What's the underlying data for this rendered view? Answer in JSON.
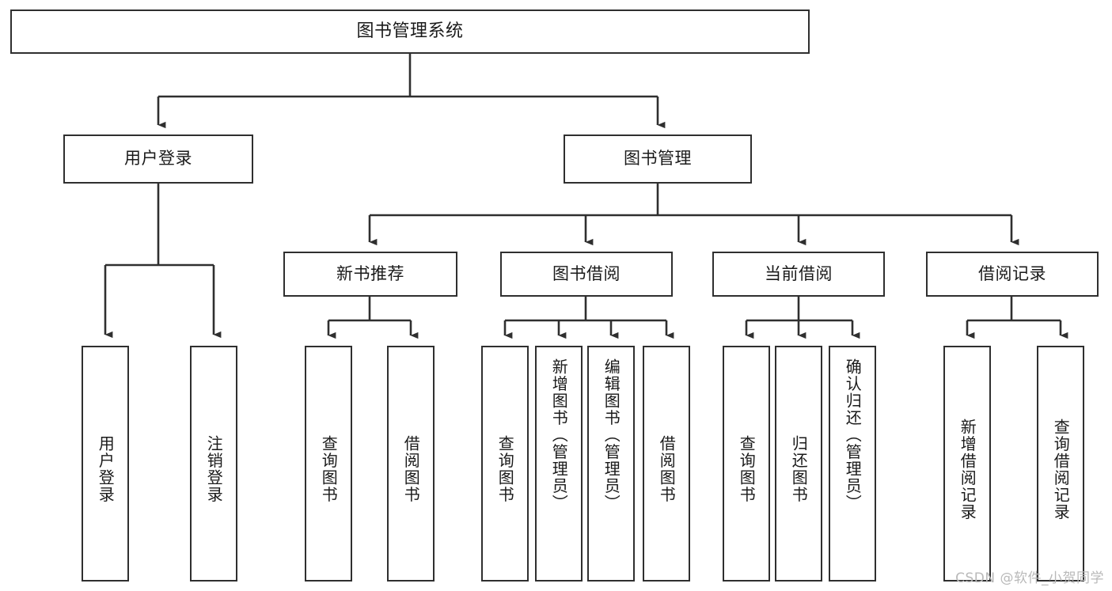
{
  "diagram": {
    "title": "图书管理系统",
    "watermark": "CSDN @软件_小贺同学",
    "root": {
      "label": "图书管理系统"
    },
    "level2": [
      {
        "label": "用户登录"
      },
      {
        "label": "图书管理"
      }
    ],
    "level3": [
      {
        "label": "新书推荐"
      },
      {
        "label": "图书借阅"
      },
      {
        "label": "当前借阅"
      },
      {
        "label": "借阅记录"
      }
    ],
    "leaves": {
      "user_login": [
        {
          "label": "用户登录"
        },
        {
          "label": "注销登录"
        }
      ],
      "new_book_rec": [
        {
          "label": "查询图书"
        },
        {
          "label": "借阅图书"
        }
      ],
      "book_borrow": [
        {
          "label": "查询图书"
        },
        {
          "label": "新增图书（管理员）"
        },
        {
          "label": "编辑图书（管理员）"
        },
        {
          "label": "借阅图书"
        }
      ],
      "current_borrow": [
        {
          "label": "查询图书"
        },
        {
          "label": "归还图书"
        },
        {
          "label": "确认归还（管理员）"
        }
      ],
      "borrow_record": [
        {
          "label": "新增借阅记录"
        },
        {
          "label": "查询借阅记录"
        }
      ]
    }
  },
  "colors": {
    "stroke": "#2f2f2f",
    "background": "#ffffff",
    "text": "#1a1a1a",
    "watermark": "#b9b9b9"
  }
}
